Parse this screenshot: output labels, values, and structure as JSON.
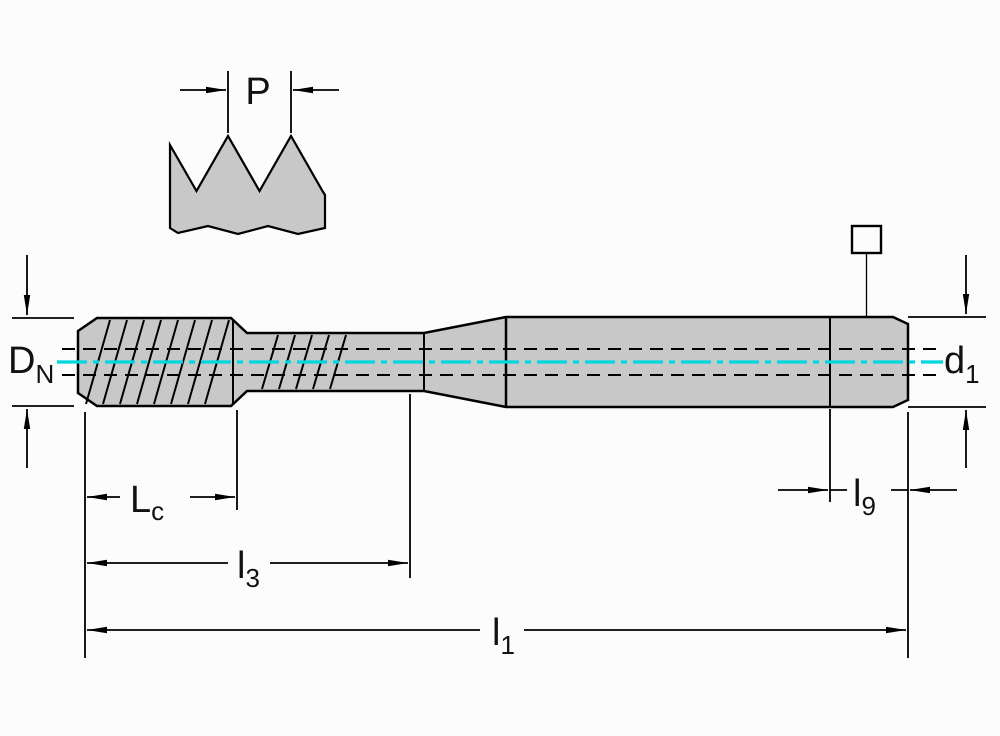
{
  "drawing": {
    "labels": {
      "pitch": {
        "main": "P",
        "sub": ""
      },
      "nominal_diameter": {
        "main": "D",
        "sub": "N"
      },
      "shank_diameter": {
        "main": "d",
        "sub": "1"
      },
      "chamfer_length": {
        "main": "L",
        "sub": "c"
      },
      "thread_length": {
        "main": "l",
        "sub": "3"
      },
      "square_length": {
        "main": "l",
        "sub": "9"
      },
      "overall_length": {
        "main": "l",
        "sub": "1"
      }
    },
    "colors": {
      "centerline": "#00d7dd",
      "body_fill": "#c8c8c8",
      "outline": "#000000",
      "background": "#fcfcfc"
    }
  }
}
